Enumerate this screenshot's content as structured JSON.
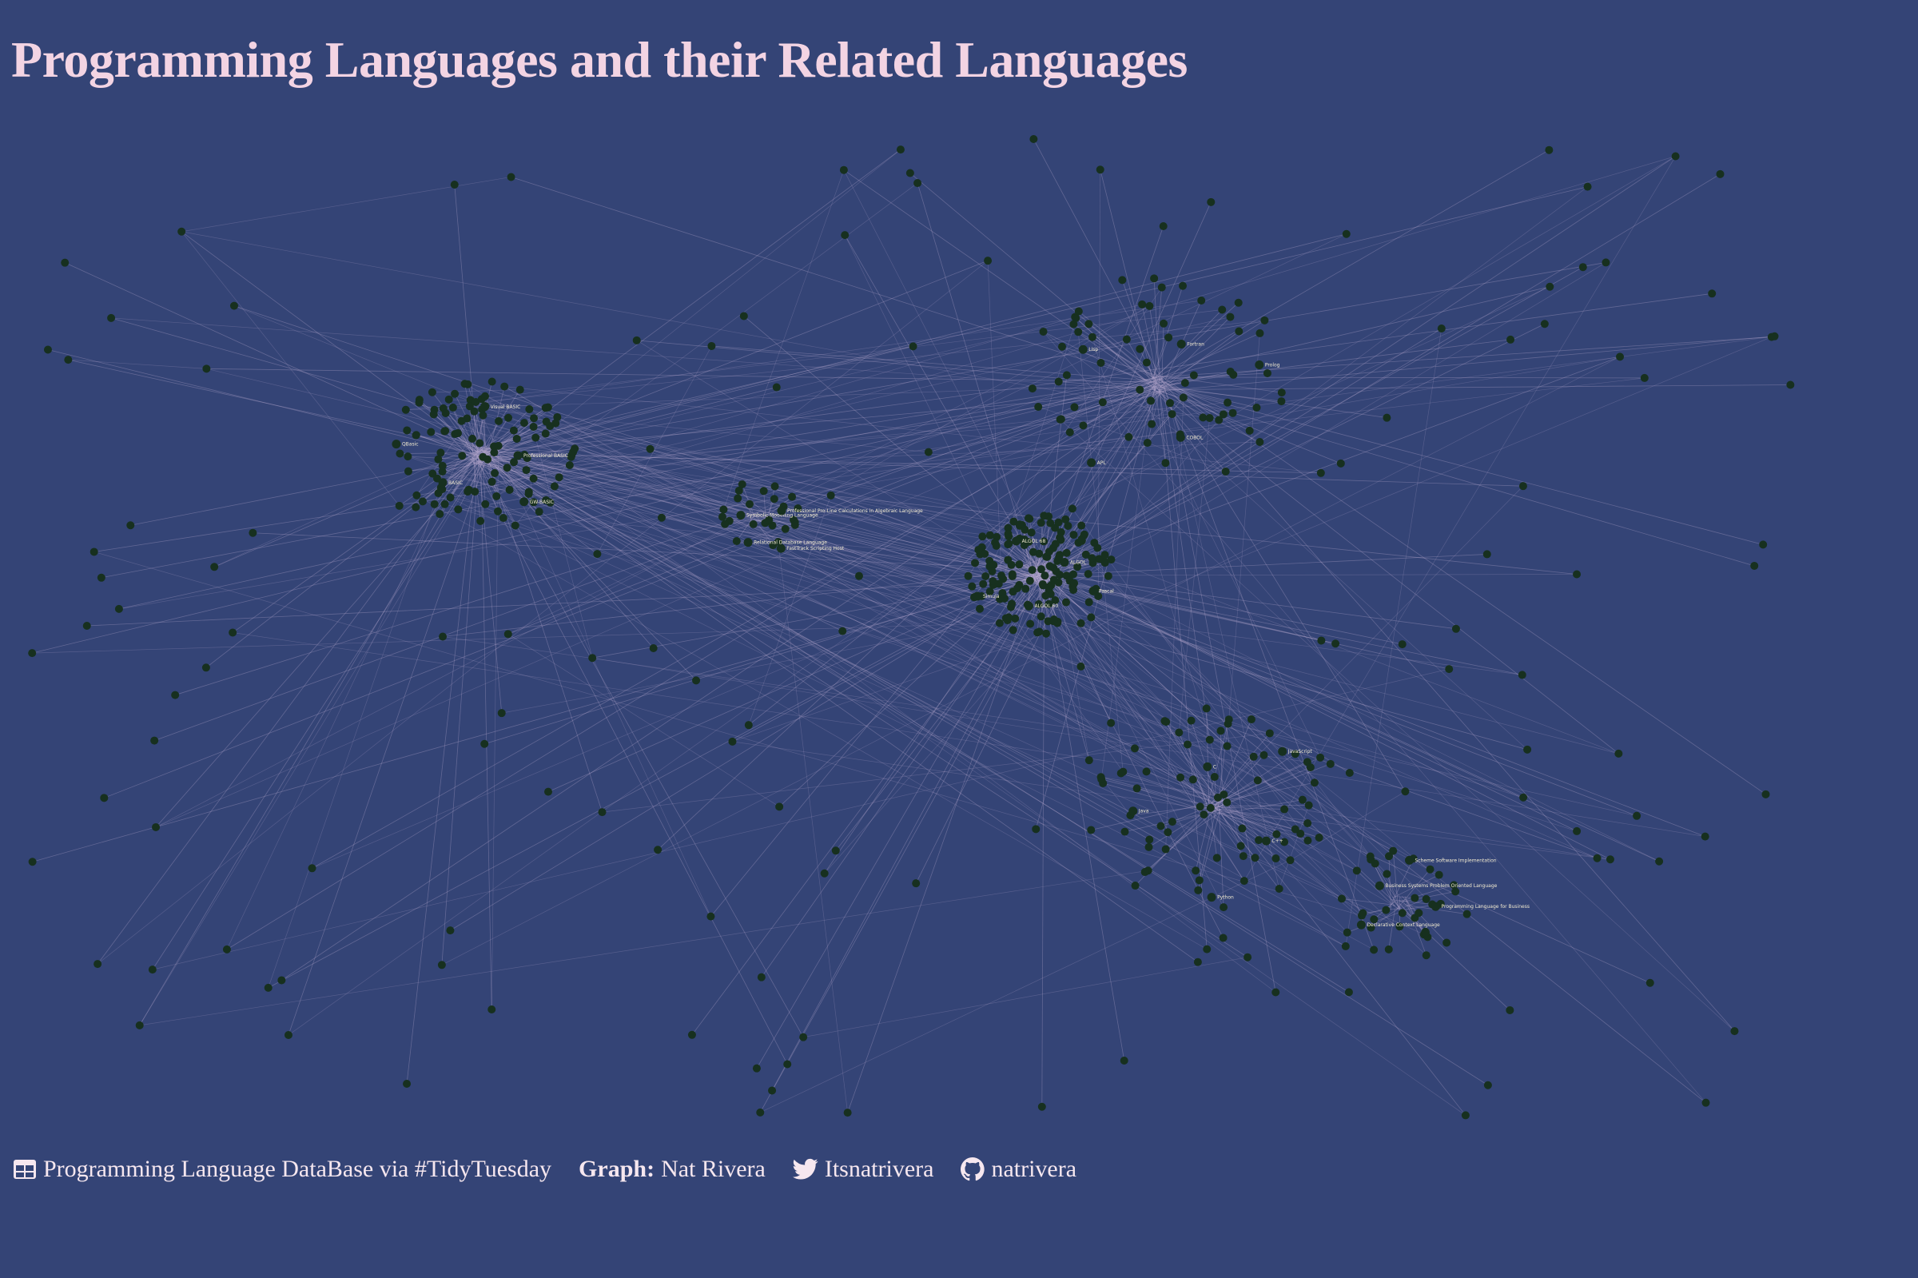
{
  "title": "Programming Languages and their Related Languages",
  "caption": {
    "source_icon": "table-icon",
    "source_text": "Programming Language DataBase via #TidyTuesday",
    "graph_label": "Graph:",
    "graph_author": "Nat Rivera",
    "twitter_icon": "twitter-icon",
    "twitter_handle": "Itsnatrivera",
    "github_icon": "github-icon",
    "github_handle": "natrivera"
  },
  "colors": {
    "background": "#344476",
    "title": "#f3d4e3",
    "edge": "#b6a8cf",
    "node": "#17301f",
    "node_label": "#f1ead0"
  },
  "nodes": [
    {
      "name": "Professional BASIC",
      "c": 0
    },
    {
      "name": "BASIC",
      "c": 0
    },
    {
      "name": "Visual BASIC",
      "c": 0
    },
    {
      "name": "GW-BASIC",
      "c": 0
    },
    {
      "name": "QBasic",
      "c": 0
    },
    {
      "name": "ALGOL",
      "c": 1
    },
    {
      "name": "ALGOL 60",
      "c": 1
    },
    {
      "name": "ALGOL 68",
      "c": 1
    },
    {
      "name": "Pascal",
      "c": 1
    },
    {
      "name": "Simula",
      "c": 1
    },
    {
      "name": "Fortran",
      "c": 2
    },
    {
      "name": "COBOL",
      "c": 2
    },
    {
      "name": "Lisp",
      "c": 2
    },
    {
      "name": "Prolog",
      "c": 2
    },
    {
      "name": "APL",
      "c": 2
    },
    {
      "name": "C",
      "c": 3
    },
    {
      "name": "C++",
      "c": 3
    },
    {
      "name": "Java",
      "c": 3
    },
    {
      "name": "JavaScript",
      "c": 3
    },
    {
      "name": "Python",
      "c": 3
    },
    {
      "name": "Business Systems Problem Oriented Language",
      "c": 4
    },
    {
      "name": "Programming Language for Business",
      "c": 4
    },
    {
      "name": "Declarative Context Language",
      "c": 4
    },
    {
      "name": "Scheme Software Implementation",
      "c": 4
    },
    {
      "name": "FastTrack Scripting Host",
      "c": 5
    },
    {
      "name": "Symbolic Modelling Language",
      "c": 5
    },
    {
      "name": "Professional Pro-Line Calculations in Algebraic Language",
      "c": 5
    },
    {
      "name": "Relational Database Language",
      "c": 5
    }
  ]
}
